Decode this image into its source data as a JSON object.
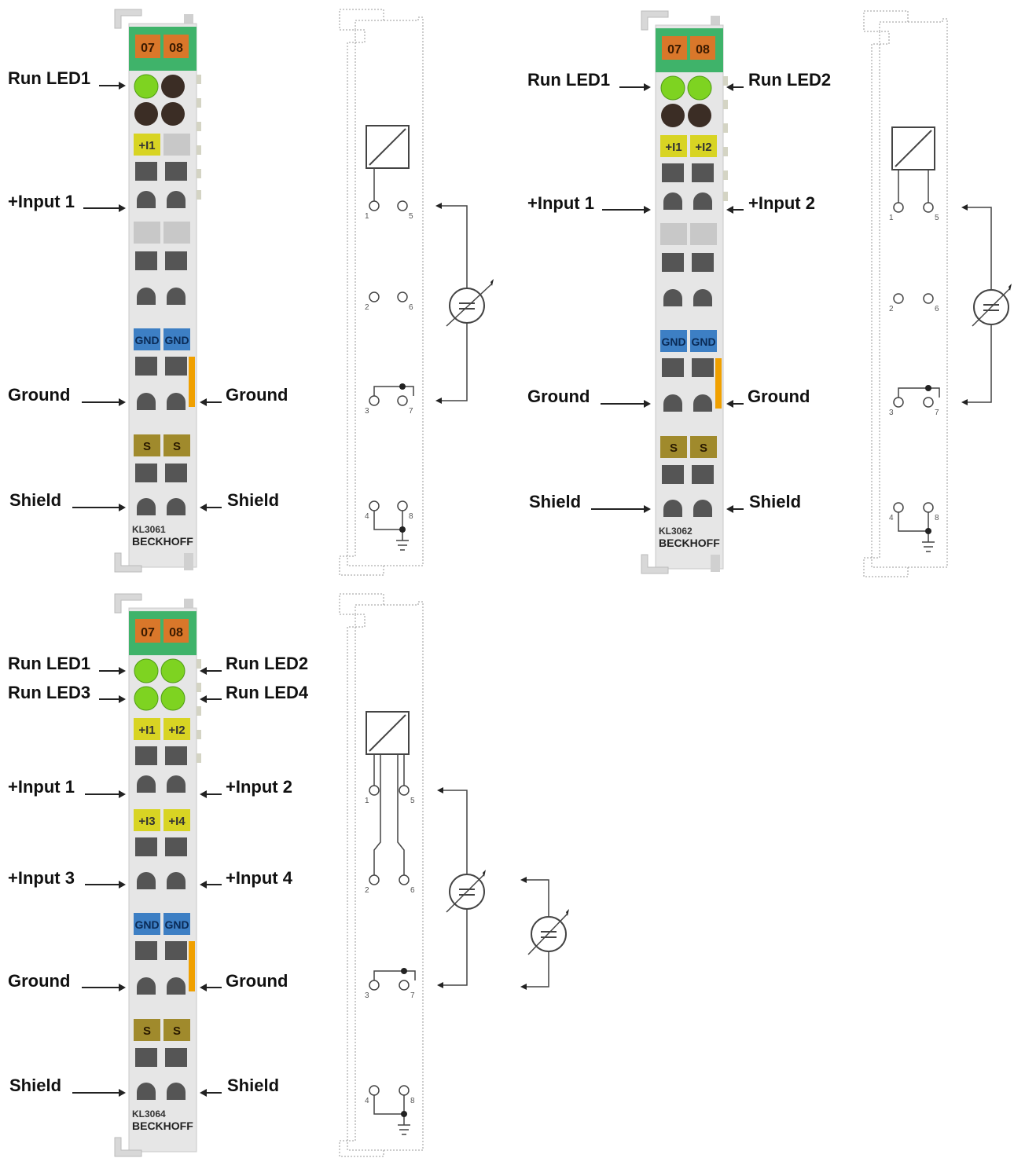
{
  "modules": [
    {
      "model": "KL3061",
      "brand": "BECKHOFF",
      "header": [
        "07",
        "08"
      ],
      "leds": [
        "on",
        "off",
        "off",
        "off"
      ],
      "label_rows": [
        [
          "+I1",
          ""
        ],
        [
          "",
          ""
        ],
        [
          "GND",
          "GND"
        ],
        [
          "S",
          "S"
        ]
      ],
      "left_labels": [
        "Run LED1",
        "+Input 1",
        "Ground",
        "Shield"
      ],
      "right_labels": [
        "Ground",
        "Shield"
      ],
      "schematic_channels": 1
    },
    {
      "model": "KL3062",
      "brand": "BECKHOFF",
      "header": [
        "07",
        "08"
      ],
      "leds": [
        "on",
        "on",
        "off",
        "off"
      ],
      "label_rows": [
        [
          "+I1",
          "+I2"
        ],
        [
          "",
          ""
        ],
        [
          "GND",
          "GND"
        ],
        [
          "S",
          "S"
        ]
      ],
      "left_labels": [
        "Run LED1",
        "+Input 1",
        "Ground",
        "Shield"
      ],
      "right_labels": [
        "Run LED2",
        "+Input 2",
        "Ground",
        "Shield"
      ],
      "schematic_channels": 2
    },
    {
      "model": "KL3064",
      "brand": "BECKHOFF",
      "header": [
        "07",
        "08"
      ],
      "leds": [
        "on",
        "on",
        "on",
        "on"
      ],
      "label_rows": [
        [
          "+I1",
          "+I2"
        ],
        [
          "+I3",
          "+I4"
        ],
        [
          "GND",
          "GND"
        ],
        [
          "S",
          "S"
        ]
      ],
      "left_labels": [
        "Run LED1",
        "Run LED3",
        "+Input 1",
        "+Input 3",
        "Ground",
        "Shield"
      ],
      "right_labels": [
        "Run LED2",
        "Run LED4",
        "+Input 2",
        "+Input 4",
        "Ground",
        "Shield"
      ],
      "schematic_channels": 4
    }
  ],
  "terminal_numbers": [
    "1",
    "2",
    "3",
    "4",
    "5",
    "6",
    "7",
    "8"
  ],
  "colors": {
    "header_green": "#3fb36a",
    "header_orange": "#d9772a",
    "led_green": "#7ed321",
    "led_off": "#3b2d25",
    "label_yellow": "#d8d423",
    "label_blue": "#3d7fc4",
    "label_shield": "#a08a2c",
    "housing": "#e6e6e6",
    "ground_bar": "#f0a000"
  }
}
